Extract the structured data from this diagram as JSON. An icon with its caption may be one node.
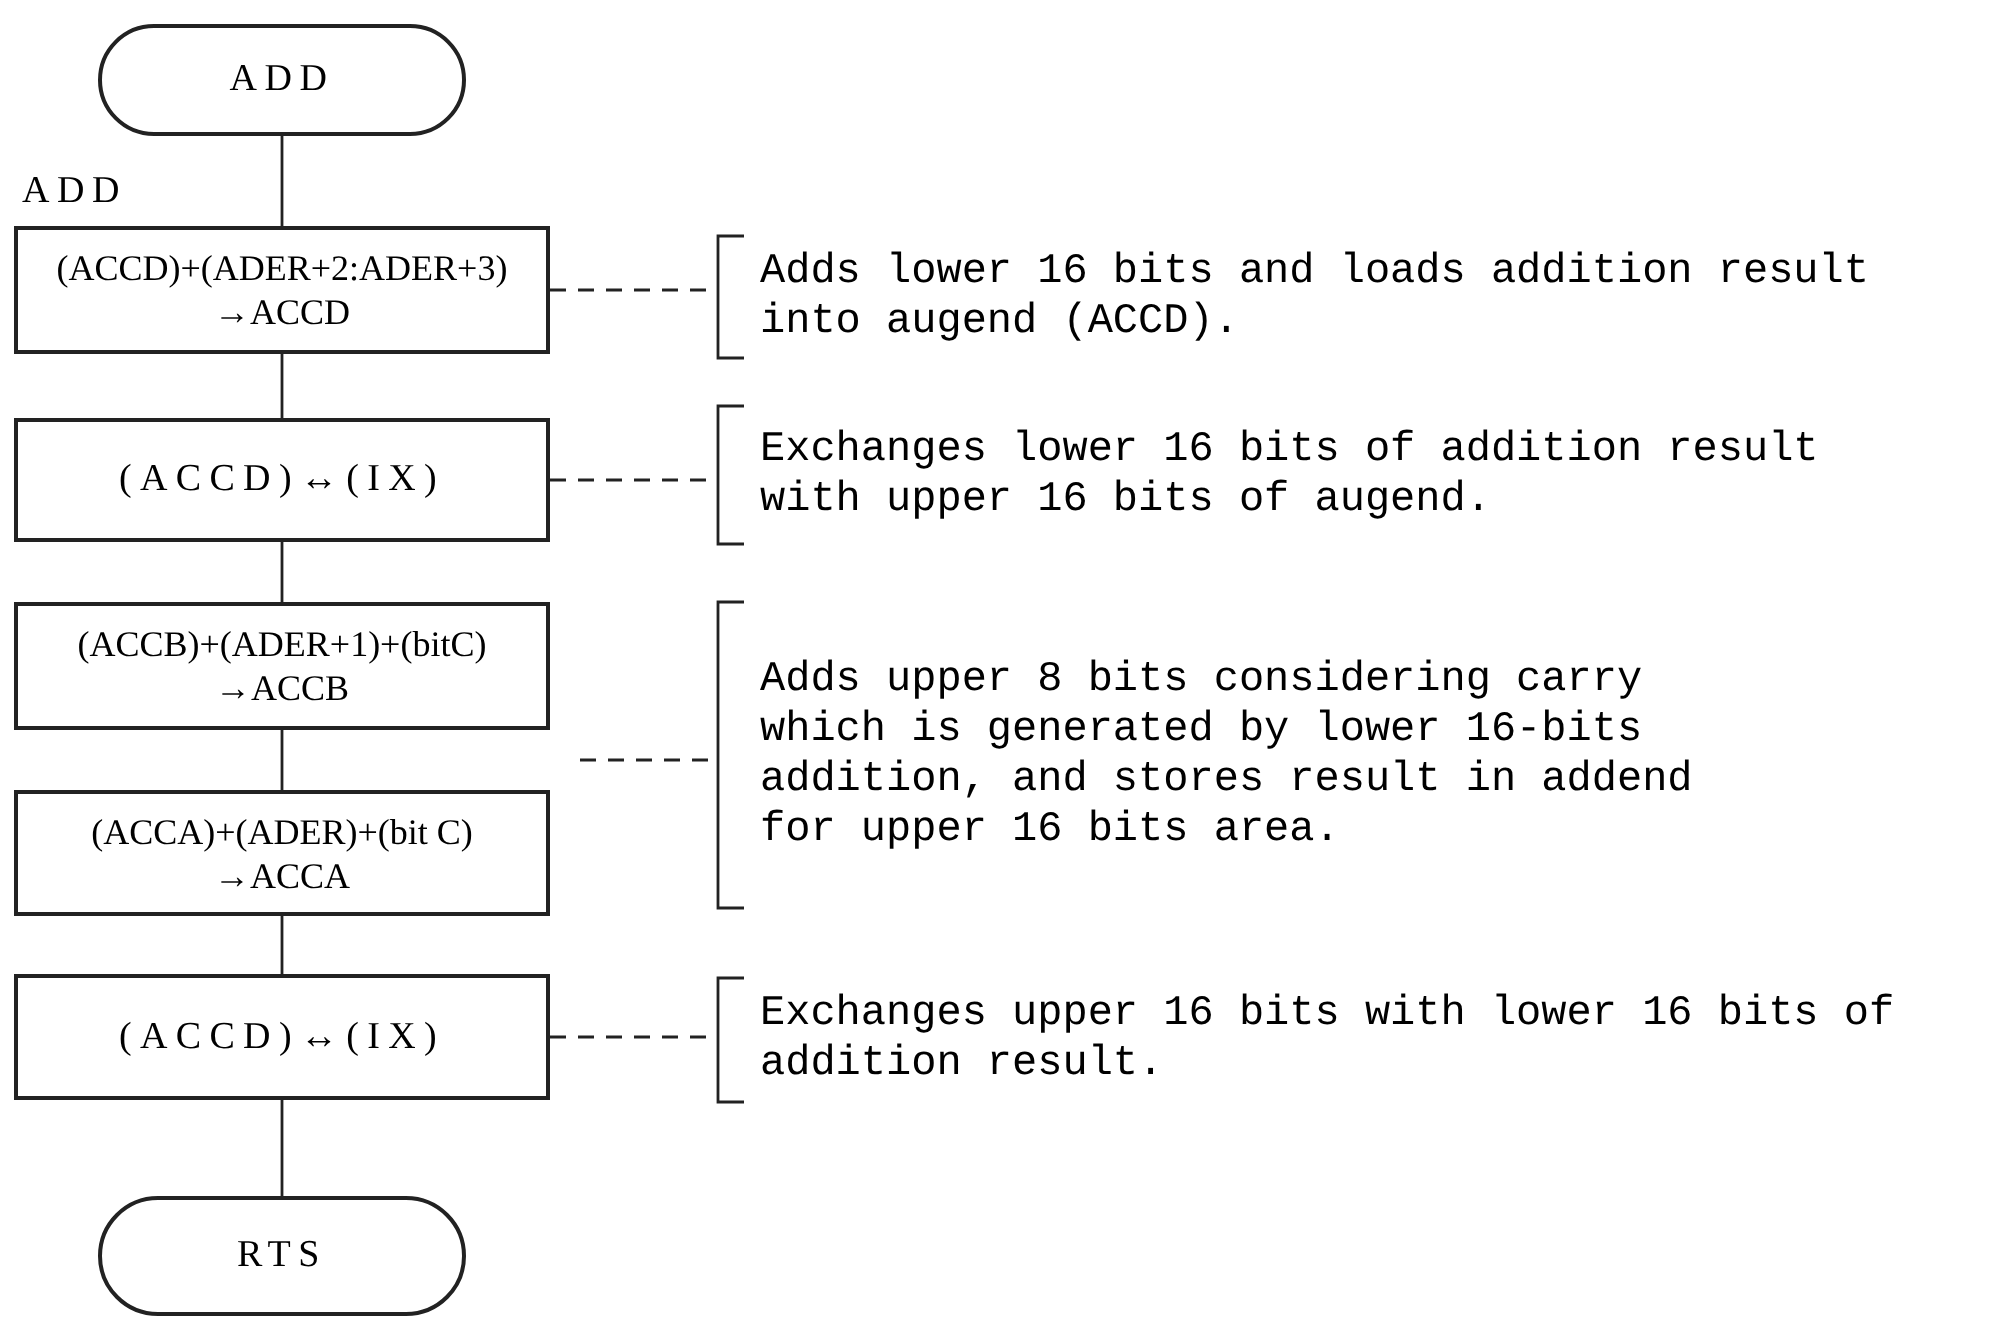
{
  "diagram": {
    "nodes": [
      {
        "text": [
          "ADD"
        ]
      },
      {
        "text": [
          "(ACCD)+(ADER+2:ADER+3) →ACCD"
        ],
        "beside": [
          "ADD"
        ]
      },
      {
        "text": [
          "(ACCD)↔(IX)"
        ]
      },
      {
        "text": [
          "(ACCB)+(ADER+1)+(bitC) →ACCB"
        ]
      },
      {
        "text": [
          "(ACCA)+(ADER)+(bit C) →ACCA"
        ]
      },
      {
        "text": [
          "(ACCD)↔(IX)"
        ]
      },
      {
        "text": [
          "RTS"
        ]
      },
      {
        "text": [
          "Adds lower 16 bits and loads addition result into augend (ACCD)."
        ]
      },
      {
        "text": [
          "Exchanges lower 16 bits of addition result with upper 16 bits of augend."
        ]
      },
      {
        "text": [
          "Adds upper 8 bits considering carry which is generated by lower 16-bits addition, and stores result in addend for upper 16 bits area."
        ]
      },
      {
        "text": [
          "Exchanges upper 16 bits with lower 16 bits of addition result."
        ]
      }
    ],
    "edges": [
      {
        "from": 0,
        "to": 1,
        "arrow": "none"
      },
      {
        "from": 1,
        "to": 2,
        "arrow": "none"
      },
      {
        "from": 2,
        "to": 3,
        "arrow": "none"
      },
      {
        "from": 3,
        "to": 4,
        "arrow": "none"
      },
      {
        "from": 4,
        "to": 5,
        "arrow": "none"
      },
      {
        "from": 5,
        "to": 6,
        "arrow": "none"
      },
      {
        "from": 1,
        "to": 7,
        "arrow": "none",
        "style": "dashed"
      },
      {
        "from": 2,
        "to": 8,
        "arrow": "none",
        "style": "dashed"
      },
      {
        "from": null,
        "to": 9,
        "arrow": "none",
        "style": "dashed"
      },
      {
        "from": 5,
        "to": 10,
        "arrow": "none",
        "style": "dashed"
      }
    ]
  }
}
